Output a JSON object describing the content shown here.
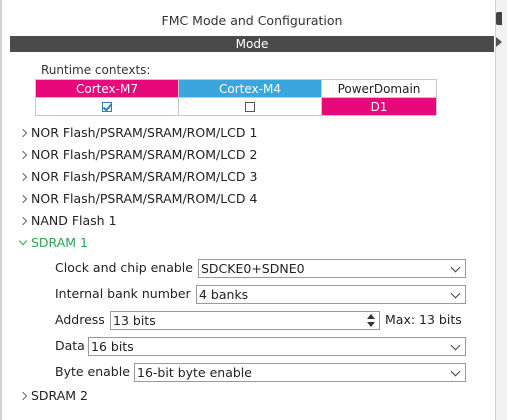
{
  "panel": {
    "title": "FMC Mode and Configuration",
    "mode_label": "Mode"
  },
  "runtime": {
    "label": "Runtime contexts:",
    "headers": [
      "Cortex-M7",
      "Cortex-M4",
      "PowerDomain"
    ],
    "cortex_m7_checked": true,
    "cortex_m4_checked": false,
    "power_domain_value": "D1",
    "colors": {
      "cortex_m7": "#e8087c",
      "cortex_m4": "#3aa6dd",
      "power_domain": "#e8087c"
    }
  },
  "tree": {
    "items": [
      {
        "label": "NOR Flash/PSRAM/SRAM/ROM/LCD 1",
        "expanded": false
      },
      {
        "label": "NOR Flash/PSRAM/SRAM/ROM/LCD 2",
        "expanded": false
      },
      {
        "label": "NOR Flash/PSRAM/SRAM/ROM/LCD 3",
        "expanded": false
      },
      {
        "label": "NOR Flash/PSRAM/SRAM/ROM/LCD 4",
        "expanded": false
      },
      {
        "label": "NAND Flash 1",
        "expanded": false
      },
      {
        "label": "SDRAM 1",
        "expanded": true
      },
      {
        "label": "SDRAM 2",
        "expanded": false
      }
    ],
    "expanded_color": "#2ea44f"
  },
  "sdram1": {
    "clock_label": "Clock and chip enable",
    "clock_value": "SDCKE0+SDNE0",
    "bank_label": "Internal bank number",
    "bank_value": "4 banks",
    "address_label": "Address",
    "address_value": "13 bits",
    "address_max": "Max: 13 bits",
    "data_label": "Data",
    "data_value": "16 bits",
    "byte_label": "Byte enable",
    "byte_value": "16-bit byte enable"
  }
}
